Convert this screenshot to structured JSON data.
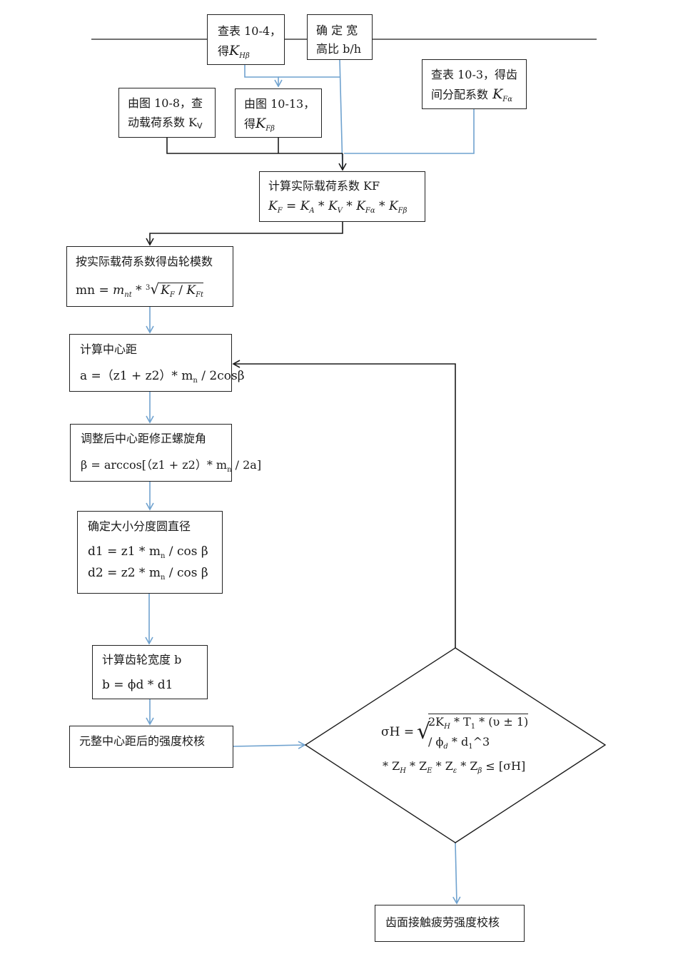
{
  "colors": {
    "black_line": "#1c1c1c",
    "blue_line": "#6fa2cf",
    "border": "#222222"
  },
  "nodes": {
    "lookup_104": {
      "line1": "查表 10-4，",
      "line2": "得",
      "sym": "K",
      "sub": "Hβ"
    },
    "width_ratio": {
      "line1": "确 定 宽",
      "line2": "高比 b/h"
    },
    "lookup_103": {
      "line1": "查表 10-3，得齿",
      "line2": "间分配系数",
      "sym": "K",
      "sub": "Fα"
    },
    "fig_108": {
      "line1": "由图 10-8，查",
      "line2": "动载荷系数 K",
      "sub": "V"
    },
    "fig_1013": {
      "line1": "由图 10-13，",
      "line2": "得",
      "sym": "K",
      "sub": "Fβ"
    },
    "actual_load": {
      "title": "计算实际载荷系数 KF",
      "formula": {
        "lhs": "K",
        "lhs_sub": "F",
        "eq": " = ",
        "t1": "K",
        "t1_sub": "A",
        "t2": "K",
        "t2_sub": "V",
        "t3": "K",
        "t3_sub": "Fα",
        "t4": "K",
        "t4_sub": "Fβ",
        "op": " * "
      }
    },
    "module": {
      "title": "按实际载荷系数得齿轮模数",
      "formula": {
        "lhs": "mn",
        "eq": " = ",
        "m": "m",
        "m_sub": "nt",
        "op": " * ",
        "idx": "3",
        "k1": "K",
        "k1_sub": "F",
        "slash": " / ",
        "k2": "K",
        "k2_sub": "Ft"
      }
    },
    "center_distance": {
      "title": "计算中心距",
      "formula_a": "a =（z1 + z2）* m",
      "sub": "n",
      "formula_b": " / 2cosβ"
    },
    "helix_angle": {
      "title": "调整后中心距修正螺旋角",
      "formula_a": "β = arccos[（z1 + z2）* m",
      "sub": "n",
      "formula_b": " / 2a]"
    },
    "pitch_diameter": {
      "title": "确定大小分度圆直径",
      "d1_a": "d1 = z1 * m",
      "d1_sub": "n",
      "d1_b": " / cos β",
      "d2_a": "d2 = z2 * m",
      "d2_sub": "n",
      "d2_b": " / cos β"
    },
    "gear_width": {
      "title": "计算齿轮宽度 b",
      "formula": "b = ϕd * d1"
    },
    "strength_check": {
      "title": "元整中心距后的强度校核"
    },
    "decision": {
      "lhs": "σH = ",
      "num": "2K",
      "num_sub": "H",
      "num_b": " * T",
      "num_sub2": "1",
      "num_c": " * (υ ± 1)",
      "den": "/ ϕ",
      "den_sub": "d",
      "den_b": " * d",
      "den_sub2": "1",
      "den_c": "^3",
      "row2_a": "* Z",
      "row2_s1": "H",
      "row2_b": " * Z",
      "row2_s2": "E",
      "row2_c": " * Z",
      "row2_s3": "ε",
      "row2_d": " * Z",
      "row2_s4": "β",
      "row2_e": " ≤ [σH]"
    },
    "contact_fatigue": {
      "title": "齿面接触疲劳强度校核"
    }
  }
}
